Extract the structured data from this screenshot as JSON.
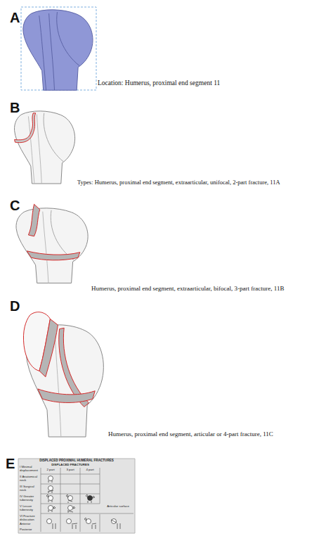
{
  "diagram": {
    "nodes": [
      {
        "text": [
          "DISPLACED PROXIMAL HUMERAL FRACTURES",
          "DISPLACED FRACTURES",
          "2 part",
          "3 part",
          "4 part",
          "I Minimal displacement",
          "II Anatomical neck",
          "III Surgical neck",
          "IV Greater tuberosity",
          "V Lesser tuberosity",
          "VI Fracture dislocation",
          "Anterior",
          "Posterior",
          "Articular surface"
        ]
      }
    ],
    "labels": [
      "A",
      "Location: Humerus, proximal end segment 11",
      "B",
      "Types: Humerus, proximal end segment, extraarticular, unifocal, 2-part fracture, 11A",
      "C",
      "Humerus, proximal end segment, extraarticular, bifocal, 3-part fracture, 11B",
      "D",
      "Humerus, proximal end segment, articular or 4-part fracture, 11C",
      "E"
    ]
  }
}
